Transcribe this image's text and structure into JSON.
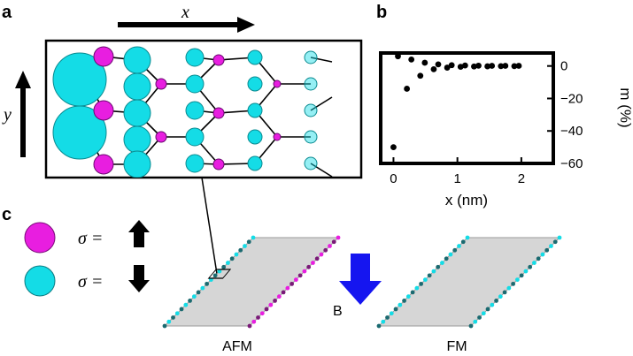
{
  "panels": {
    "a": "a",
    "b": "b",
    "c": "c"
  },
  "panel_a": {
    "x_label": "x",
    "y_label": "y"
  },
  "legend": {
    "sigma_up": "σ =",
    "sigma_down": "σ ="
  },
  "panel_c": {
    "field_label": "B",
    "afm_label": "AFM",
    "fm_label": "FM"
  },
  "colors": {
    "magenta": "#e81ee0",
    "cyan": "#14dce6",
    "field_arrow": "#1515f0",
    "ribbon": "#d6d6d6"
  },
  "chart_data": {
    "type": "scatter",
    "xlabel": "x (nm)",
    "ylabel": "m (%)",
    "xlim": [
      -0.2,
      2.5
    ],
    "ylim": [
      -60,
      8
    ],
    "xticks": [
      0,
      1,
      2
    ],
    "yticks": [
      0,
      -20,
      -40,
      -60
    ],
    "x": [
      0.0,
      0.07,
      0.21,
      0.28,
      0.42,
      0.49,
      0.63,
      0.7,
      0.84,
      0.91,
      1.05,
      1.12,
      1.26,
      1.33,
      1.47,
      1.54,
      1.68,
      1.75,
      1.89,
      1.96
    ],
    "values": [
      -50,
      6,
      -14,
      4,
      -6,
      2,
      -2,
      1,
      -1,
      0.5,
      -0.5,
      0.3,
      -0.3,
      0.2,
      -0.2,
      0.1,
      -0.1,
      0.1,
      -0.1,
      0.1
    ]
  }
}
